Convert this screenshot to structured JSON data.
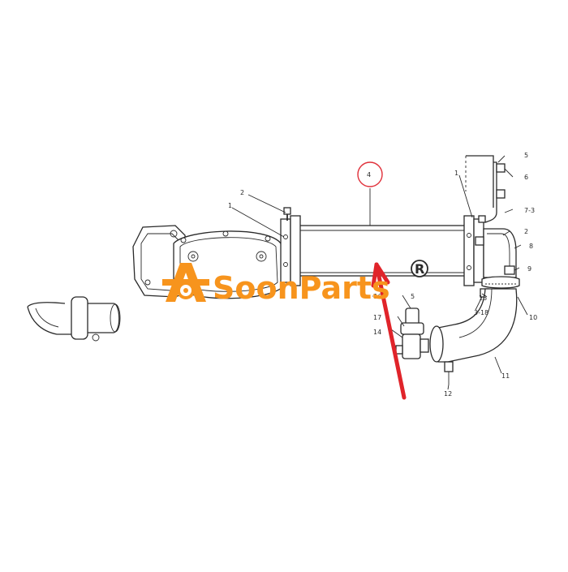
{
  "diagram": {
    "callouts": {
      "c1_left": "1",
      "c2_left": "2",
      "c4": "4",
      "c1_right": "1",
      "c5_top": "5",
      "c6": "6",
      "c7_3": "7-3",
      "c2_right": "2",
      "c8": "8",
      "c9": "9",
      "c10": "10",
      "c13": "13",
      "c3_18": "3-18",
      "c11": "11",
      "c12": "12",
      "c5_mid": "5",
      "c16": "·16",
      "c17": "17",
      "c14": "14"
    },
    "highlight_color": "#e0303a",
    "arrow_color": "#e0242a"
  },
  "watermark": {
    "brand": "SoonParts",
    "registered": "R",
    "color": "#f7941d"
  }
}
